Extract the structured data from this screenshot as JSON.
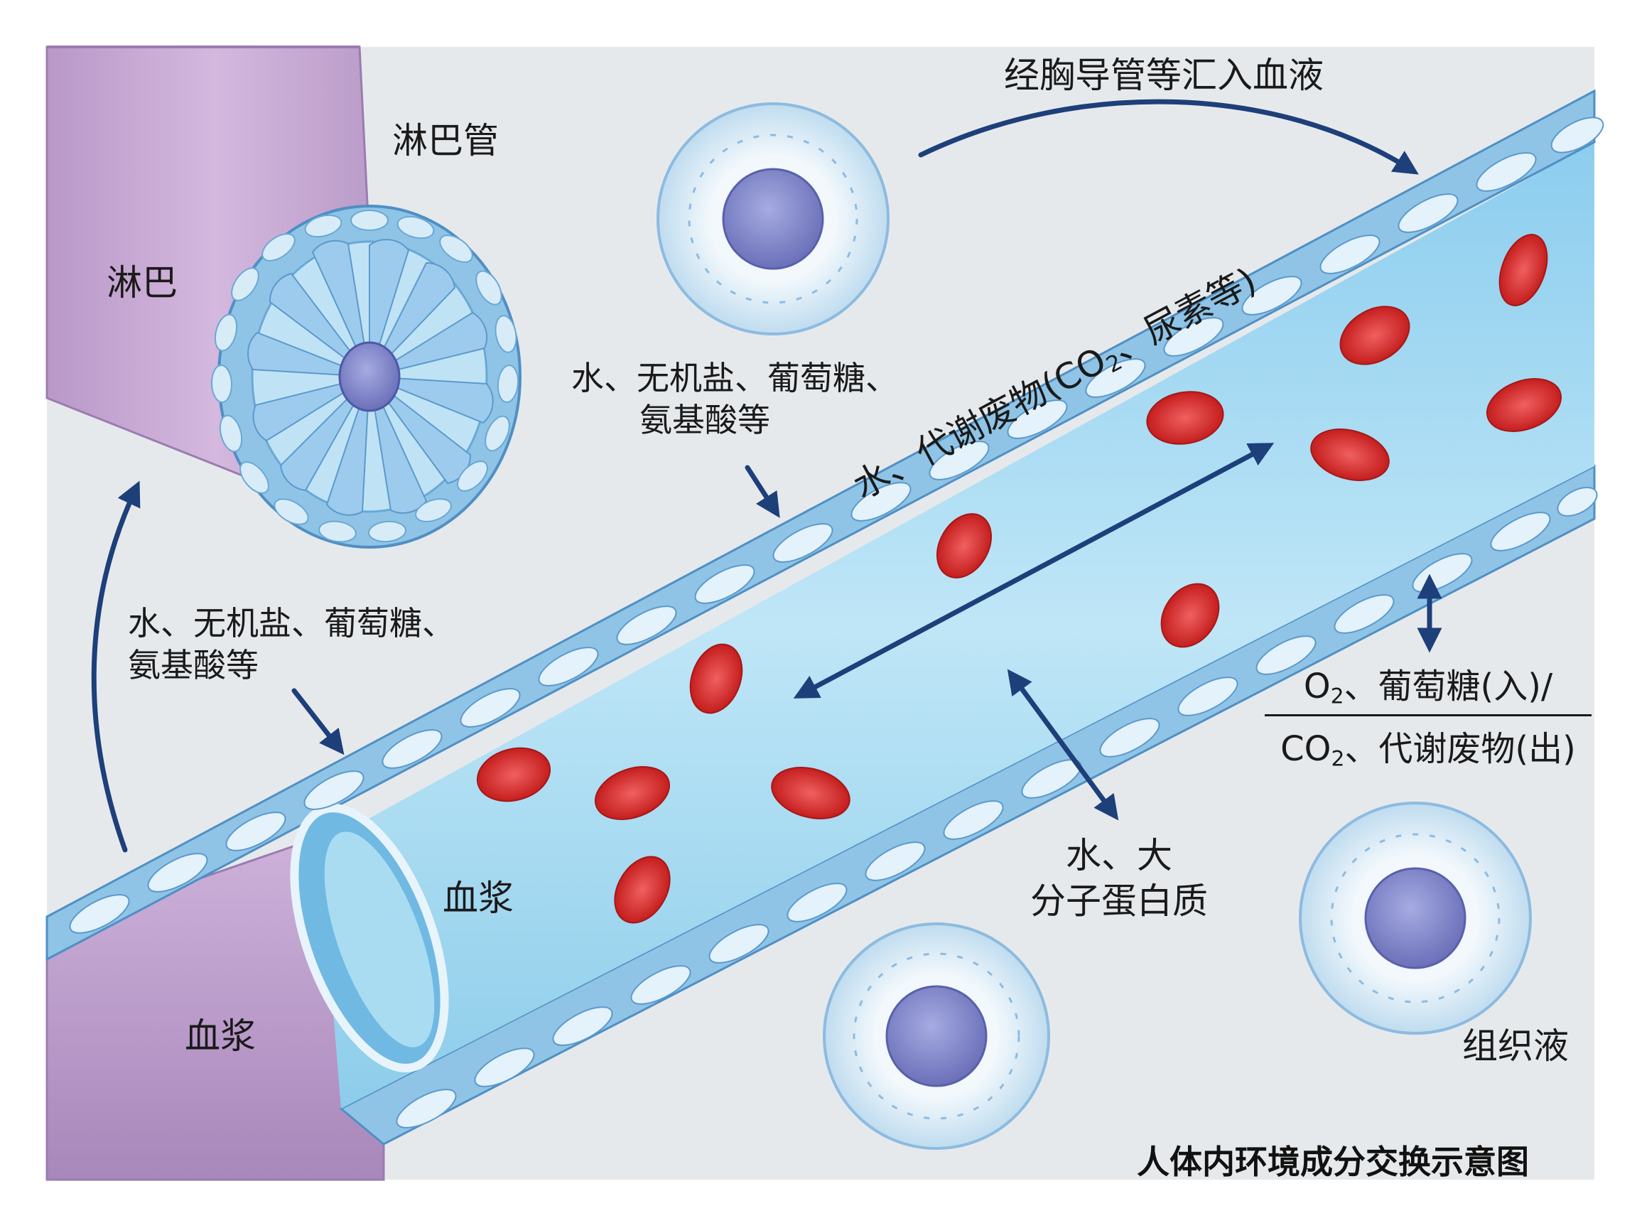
{
  "diagram": {
    "labels": {
      "lymph_vessel": "淋巴管",
      "lymph": "淋巴",
      "return_to_blood": "经胸导管等汇入血液",
      "substances_right": [
        "水、无机盐、葡萄糖、",
        "氨基酸等"
      ],
      "substances_left": [
        "水、无机盐、葡萄糖、",
        "氨基酸等"
      ],
      "metabolic_waste": {
        "pre": "水、代谢废物(CO",
        "sub": "2",
        "post": "、尿素等)"
      },
      "plasma_inside": "血浆",
      "plasma_outside": "血浆",
      "protein": [
        "水、大",
        "分子蛋白质"
      ],
      "gas_exchange_top": {
        "pre": "O",
        "sub": "2",
        "post": "、葡萄糖(入)/"
      },
      "gas_exchange_bottom": {
        "pre": "CO",
        "sub": "2",
        "post": "、代谢废物(出)"
      },
      "tissue_fluid": "组织液",
      "caption": "人体内环境成分交换示意图"
    },
    "colors": {
      "background": "#e6e9ec",
      "lymph_tube": "#c7a9d3",
      "capillary": "#a9dcf1",
      "capillary_wall": "#8fc4e6",
      "red_cell": "#d62a2a",
      "cell_nucleus": "#7f85c9",
      "arrow": "#1d3f7a"
    }
  }
}
